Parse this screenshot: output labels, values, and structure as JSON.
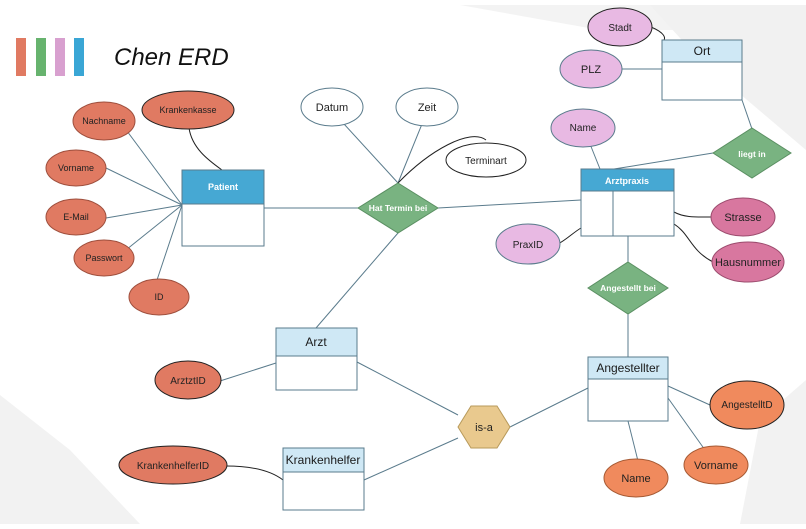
{
  "title": "Chen ERD",
  "colors": {
    "legend_swatches": [
      "#e07a62",
      "#67b36e",
      "#d8a0cf",
      "#3aa6d5"
    ],
    "entity_header_blue": "#46a8d3",
    "entity_header_light": "#cfe8f5",
    "relationship_green": "#79b381",
    "isa_hex": "#e9c98e",
    "attr_salmon": "#e07a62",
    "attr_pink": "#e8b9e3",
    "attr_magenta": "#d8779f",
    "attr_orange": "#f08a5d",
    "attr_white": "#ffffff"
  },
  "entities": {
    "patient": "Patient",
    "arztpraxis": "Arztpraxis",
    "ort": "Ort",
    "arzt": "Arzt",
    "angestellter": "Angestellter",
    "krankenhelfer": "Krankenhelfer"
  },
  "relationships": {
    "hat_termin_bei": "Hat Termin bei",
    "liegt_in": "liegt in",
    "angestellt_bei": "Angestellt bei",
    "is_a": "is-a"
  },
  "attributes": {
    "nachname": "Nachname",
    "krankenkasse": "Krankenkasse",
    "vorname_patient": "Vorname",
    "email": "E-Mail",
    "passwort": "Passwort",
    "id": "ID",
    "datum": "Datum",
    "zeit": "Zeit",
    "terminart": "Terminart",
    "stadt": "Stadt",
    "plz": "PLZ",
    "name_praxis": "Name",
    "praxisid": "PraxID",
    "strasse": "Strasse",
    "hausnummer": "Hausnummer",
    "arztid": "ArztztID",
    "krankenhelferid": "KrankenhelferID",
    "angestelltid": "AngestelltD",
    "vorname_ang": "Vorname",
    "name_ang": "Name"
  }
}
